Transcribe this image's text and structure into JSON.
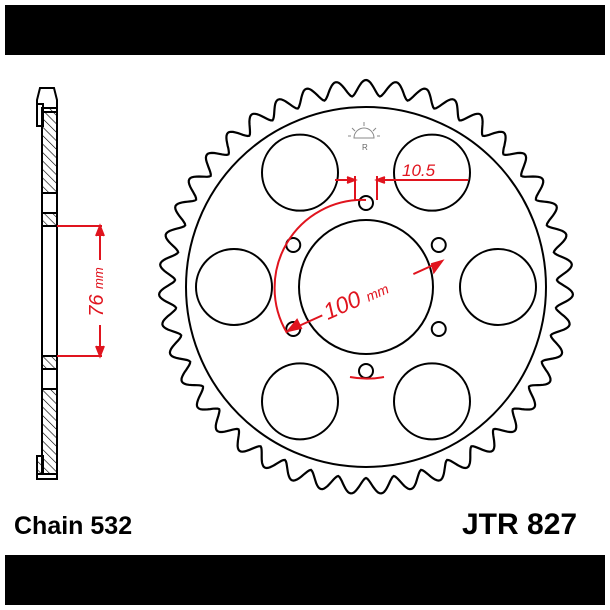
{
  "labels": {
    "chain": "Chain 532",
    "part_number": "JTR 827"
  },
  "dimensions": {
    "offset": "76",
    "offset_unit": "mm",
    "pcd": "100",
    "pcd_unit": "mm",
    "bolt_hole": "10.5"
  },
  "sprocket": {
    "teeth": 43,
    "bolt_holes": 6,
    "lightening_holes": 6
  },
  "colors": {
    "outline": "#000000",
    "dimension": "#e0141e"
  }
}
